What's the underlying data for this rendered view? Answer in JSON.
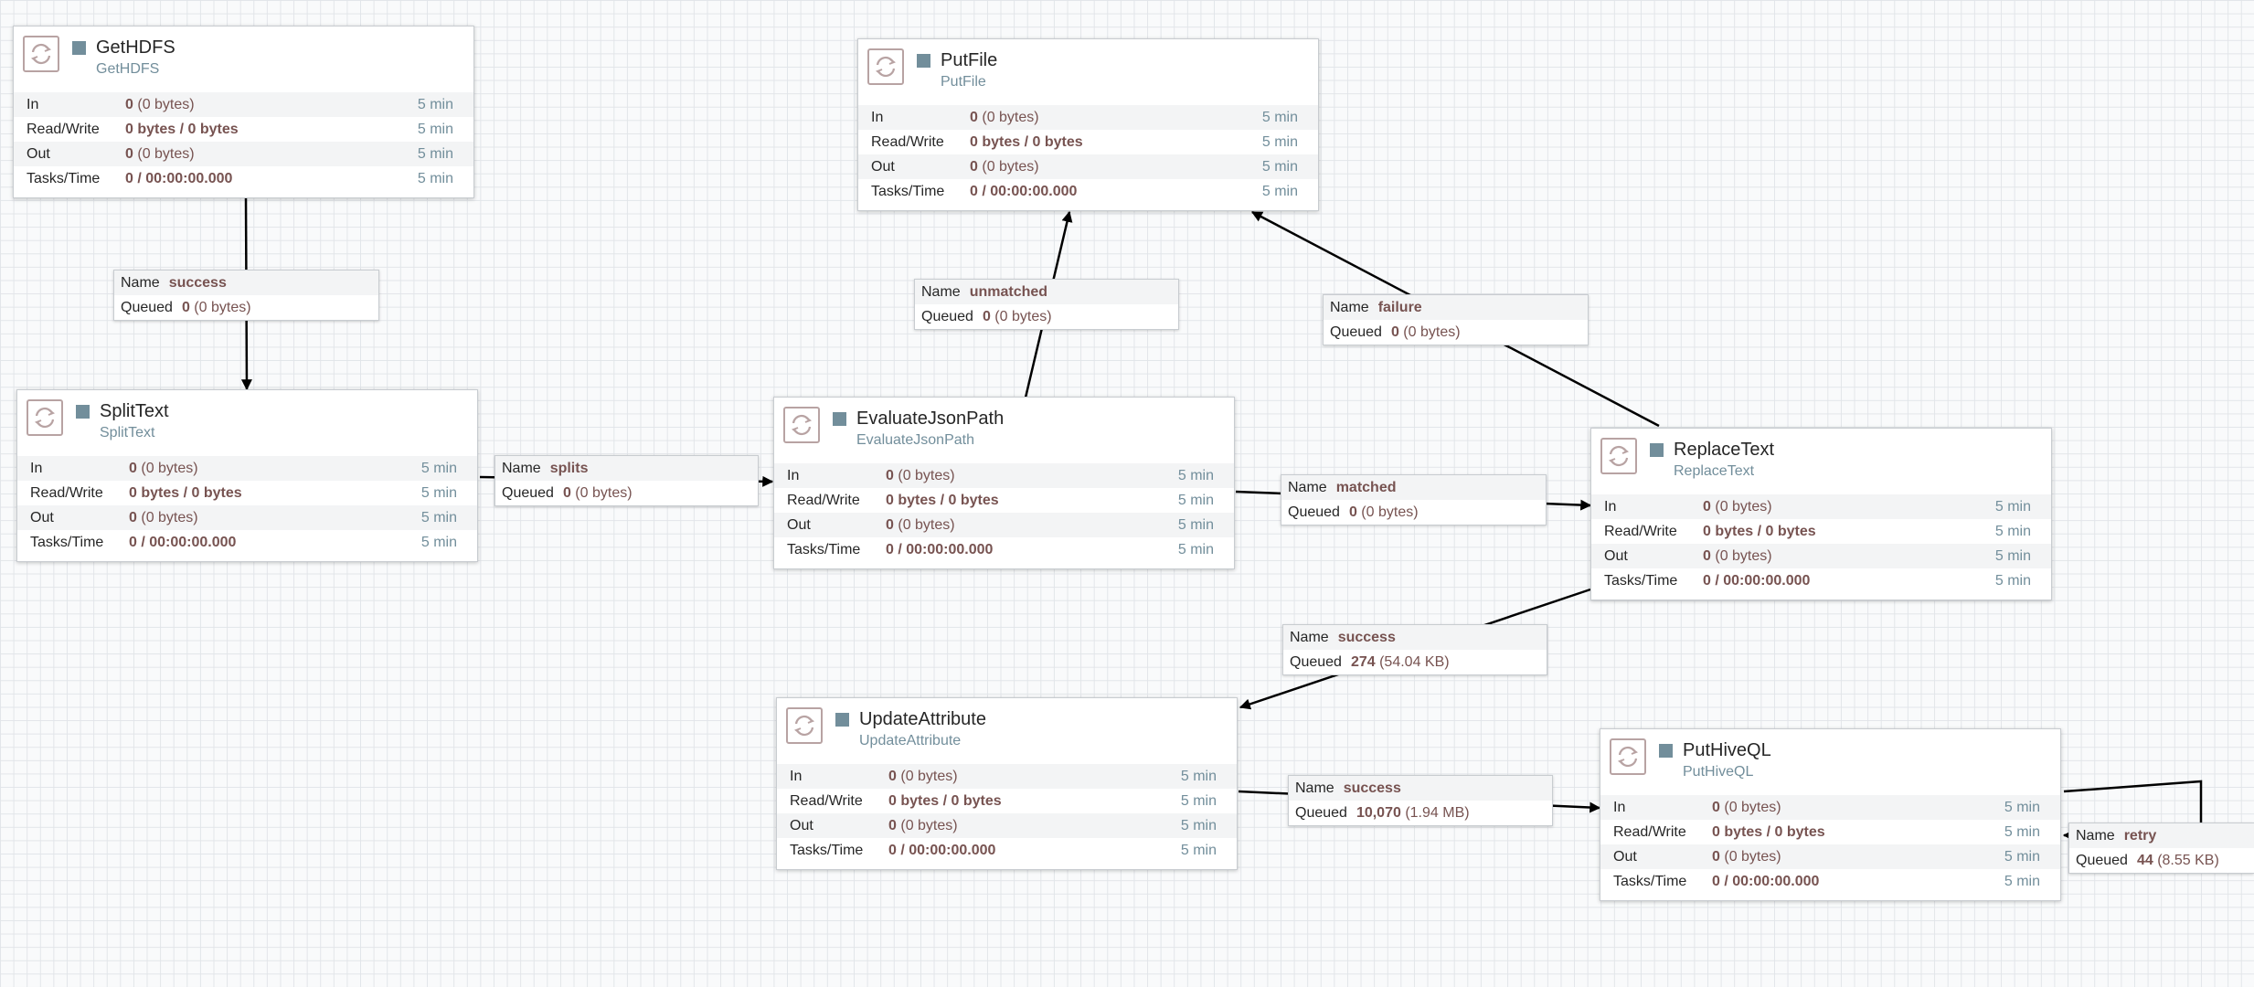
{
  "row_labels": {
    "in": "In",
    "read_write": "Read/Write",
    "out": "Out",
    "tasks_time": "Tasks/Time"
  },
  "conn_labels": {
    "name": "Name",
    "queued": "Queued"
  },
  "colors": {
    "status": "#728e9b",
    "value": "#775351",
    "link": "#000000",
    "grid": "#e2e5e9"
  },
  "processors": {
    "gethdfs": {
      "name": "GetHDFS",
      "type": "GetHDFS",
      "in_count": "0",
      "in_size": "(0 bytes)",
      "rw": "0 bytes / 0 bytes",
      "out_count": "0",
      "out_size": "(0 bytes)",
      "tasks": "0 / 00:00:00.000",
      "in_time": "5 min",
      "rw_time": "5 min",
      "out_time": "5 min",
      "tasks_time": "5 min"
    },
    "putfile": {
      "name": "PutFile",
      "type": "PutFile",
      "in_count": "0",
      "in_size": "(0 bytes)",
      "rw": "0 bytes / 0 bytes",
      "out_count": "0",
      "out_size": "(0 bytes)",
      "tasks": "0 / 00:00:00.000",
      "in_time": "5 min",
      "rw_time": "5 min",
      "out_time": "5 min",
      "tasks_time": "5 min"
    },
    "splittext": {
      "name": "SplitText",
      "type": "SplitText",
      "in_count": "0",
      "in_size": "(0 bytes)",
      "rw": "0 bytes / 0 bytes",
      "out_count": "0",
      "out_size": "(0 bytes)",
      "tasks": "0 / 00:00:00.000",
      "in_time": "5 min",
      "rw_time": "5 min",
      "out_time": "5 min",
      "tasks_time": "5 min"
    },
    "evaluatejsonpath": {
      "name": "EvaluateJsonPath",
      "type": "EvaluateJsonPath",
      "in_count": "0",
      "in_size": "(0 bytes)",
      "rw": "0 bytes / 0 bytes",
      "out_count": "0",
      "out_size": "(0 bytes)",
      "tasks": "0 / 00:00:00.000",
      "in_time": "5 min",
      "rw_time": "5 min",
      "out_time": "5 min",
      "tasks_time": "5 min"
    },
    "replacetext": {
      "name": "ReplaceText",
      "type": "ReplaceText",
      "in_count": "0",
      "in_size": "(0 bytes)",
      "rw": "0 bytes / 0 bytes",
      "out_count": "0",
      "out_size": "(0 bytes)",
      "tasks": "0 / 00:00:00.000",
      "in_time": "5 min",
      "rw_time": "5 min",
      "out_time": "5 min",
      "tasks_time": "5 min"
    },
    "updateattribute": {
      "name": "UpdateAttribute",
      "type": "UpdateAttribute",
      "in_count": "0",
      "in_size": "(0 bytes)",
      "rw": "0 bytes / 0 bytes",
      "out_count": "0",
      "out_size": "(0 bytes)",
      "tasks": "0 / 00:00:00.000",
      "in_time": "5 min",
      "rw_time": "5 min",
      "out_time": "5 min",
      "tasks_time": "5 min"
    },
    "puthiveql": {
      "name": "PutHiveQL",
      "type": "PutHiveQL",
      "in_count": "0",
      "in_size": "(0 bytes)",
      "rw": "0 bytes / 0 bytes",
      "out_count": "0",
      "out_size": "(0 bytes)",
      "tasks": "0 / 00:00:00.000",
      "in_time": "5 min",
      "rw_time": "5 min",
      "out_time": "5 min",
      "tasks_time": "5 min"
    }
  },
  "connections": {
    "gethdfs_split": {
      "name": "success",
      "count": "0",
      "size": "(0 bytes)"
    },
    "splits": {
      "name": "splits",
      "count": "0",
      "size": "(0 bytes)"
    },
    "unmatched": {
      "name": "unmatched",
      "count": "0",
      "size": "(0 bytes)"
    },
    "failure": {
      "name": "failure",
      "count": "0",
      "size": "(0 bytes)"
    },
    "matched": {
      "name": "matched",
      "count": "0",
      "size": "(0 bytes)"
    },
    "replace_update": {
      "name": "success",
      "count": "274",
      "size": "(54.04 KB)"
    },
    "update_hive": {
      "name": "success",
      "count": "10,070",
      "size": "(1.94 MB)"
    },
    "retry": {
      "name": "retry",
      "count": "44",
      "size": "(8.55 KB)"
    }
  }
}
